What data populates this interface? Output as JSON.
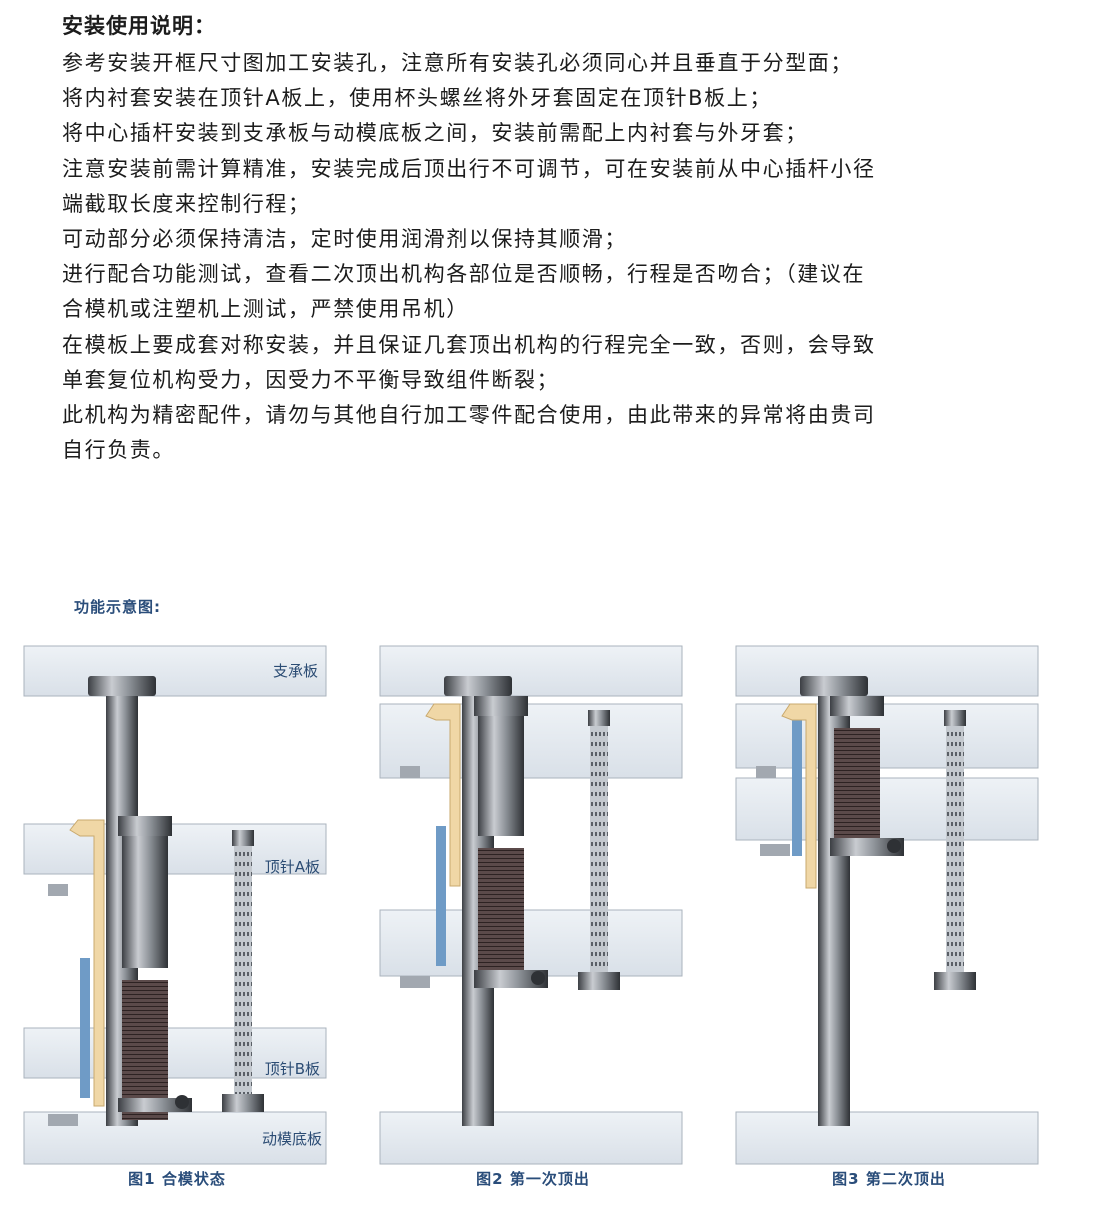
{
  "instructions": {
    "title": "安装使用说明：",
    "lines": [
      "参考安装开框尺寸图加工安装孔，注意所有安装孔必须同心并且垂直于分型面；",
      "将内衬套安装在顶针A板上，使用杯头螺丝将外牙套固定在顶针B板上；",
      "将中心插杆安装到支承板与动模底板之间，安装前需配上内衬套与外牙套；",
      "注意安装前需计算精准，安装完成后顶出行不可调节，可在安装前从中心插杆小径",
      "端截取长度来控制行程；",
      "可动部分必须保持清洁，定时使用润滑剂以保持其顺滑；",
      "进行配合功能测试，查看二次顶出机构各部位是否顺畅，行程是否吻合；（建议在",
      "合模机或注塑机上测试，严禁使用吊机）",
      "在模板上要成套对称安装，并且保证几套顶出机构的行程完全一致，否则，会导致",
      "单套复位机构受力，因受力不平衡导致组件断裂；",
      "此机构为精密配件，请勿与其他自行加工零件配合使用，由此带来的异常将由贵司",
      "自行负责。"
    ]
  },
  "diagram": {
    "title": "功能示意图:",
    "plate_labels": {
      "support": "支承板",
      "ejector_a": "顶针A板",
      "ejector_b": "顶针B板",
      "bottom": "动模底板"
    },
    "captions": [
      "图1 合模状态",
      "图2 第一次顶出",
      "图3 第二次顶出"
    ]
  }
}
